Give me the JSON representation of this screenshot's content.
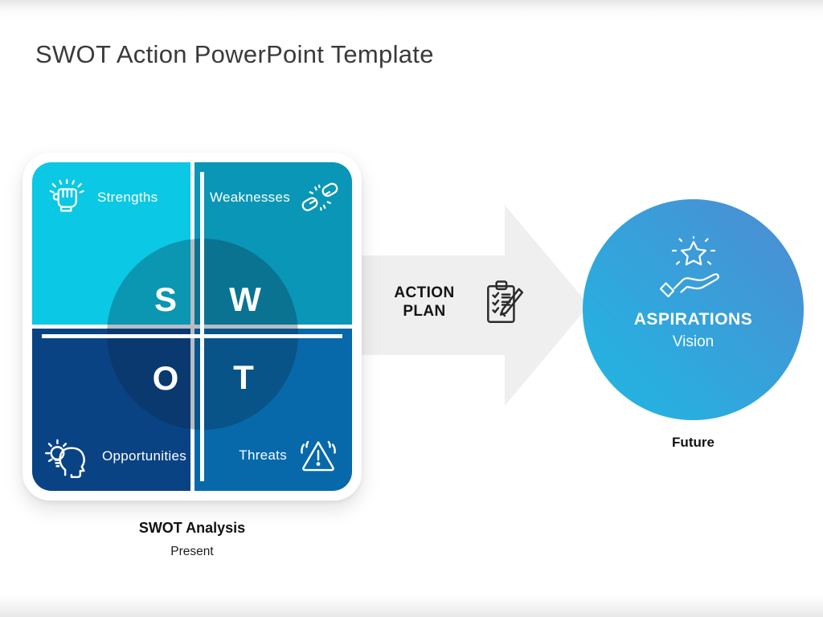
{
  "slide": {
    "title": "SWOT Action PowerPoint Template"
  },
  "colors": {
    "title_color": "#3a3a3a",
    "strengths_bg": "#0bc8e4",
    "weaknesses_bg": "#0a96b6",
    "opportunities_bg": "#0a4384",
    "threats_bg": "#0769a9",
    "center_overlay": "rgba(12,35,62,0.30)",
    "arrow_fill": "#efefef",
    "aspiration_grad_start": "#4e8bd2",
    "aspiration_grad_end": "#1eb8e3"
  },
  "swot": {
    "quadrants": [
      {
        "key": "strengths",
        "label": "Strengths",
        "letter": "S",
        "icon": "fist-icon"
      },
      {
        "key": "weaknesses",
        "label": "Weaknesses",
        "letter": "W",
        "icon": "broken-chain-icon"
      },
      {
        "key": "opportunities",
        "label": "Opportunities",
        "letter": "O",
        "icon": "lightbulb-head-icon"
      },
      {
        "key": "threats",
        "label": "Threats",
        "letter": "T",
        "icon": "warning-triangle-icon"
      }
    ],
    "caption_title": "SWOT Analysis",
    "caption_subtitle": "Present"
  },
  "arrow": {
    "label_line1": "ACTION",
    "label_line2": "PLAN",
    "icon": "clipboard-pencil-icon"
  },
  "aspirations": {
    "title": "ASPIRATIONS",
    "subtitle": "Vision",
    "icon": "hand-star-icon",
    "caption": "Future"
  }
}
